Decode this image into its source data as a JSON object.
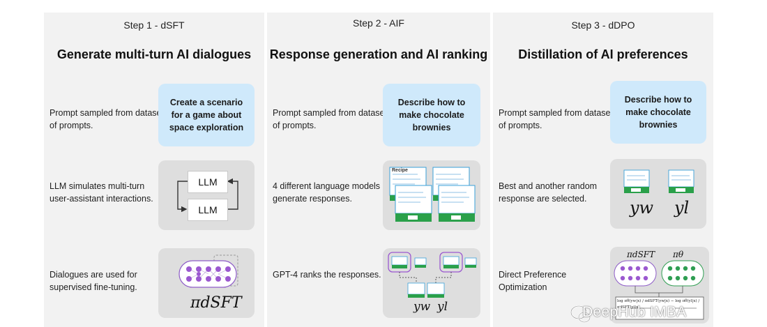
{
  "panels": [
    {
      "step": "Step 1 - dSFT",
      "heading": "Generate multi-turn AI dialogues",
      "rows": [
        {
          "desc": "Prompt sampled from dataset of prompts.",
          "prompt": "Create a scenario for a game about space exploration"
        },
        {
          "desc": "LLM simulates multi-turn user-assistant interactions.",
          "llm_top": "LLM",
          "llm_bottom": "LLM"
        },
        {
          "desc": "Dialogues are used for supervised fine-tuning.",
          "model_label": "πdSFT"
        }
      ]
    },
    {
      "step": "Step 2 - AIF",
      "heading": "Response generation and AI ranking",
      "rows": [
        {
          "desc": "Prompt sampled from dataset of prompts.",
          "prompt": "Describe how to make chocolate brownies"
        },
        {
          "desc": "4 different language models generate responses.",
          "card_title": "Recipe"
        },
        {
          "desc": "GPT-4 ranks the responses.",
          "yw": "yw",
          "yl": "yl"
        }
      ]
    },
    {
      "step": "Step 3 - dDPO",
      "heading": "Distillation of AI preferences",
      "rows": [
        {
          "desc": "Prompt sampled from dataset of prompts.",
          "prompt": "Describe how to make chocolate brownies"
        },
        {
          "desc": "Best and another random response are selected.",
          "yw": "yw",
          "yl": "yl"
        },
        {
          "desc": "Direct Preference Optimization",
          "pi_sft": "πdSFT",
          "pi_theta": "πθ",
          "loss_text": "log πθ(yw|x) / πdSFT(yw|x) − log πθ(yl|x) / πdSFT(yl|x)"
        }
      ]
    }
  ],
  "watermark": "DeepHub IMBA",
  "colors": {
    "panel": "#f2f2f2",
    "prompt_box": "#cfe9fb",
    "gray_box": "#dedede",
    "card_green": "#2aa04a",
    "node_purple": "#9b59d0",
    "node_green": "#2f9e52"
  }
}
